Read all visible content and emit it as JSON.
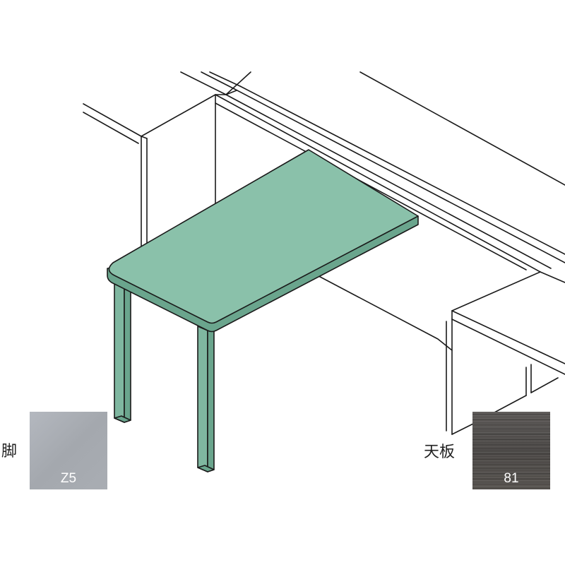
{
  "colors": {
    "table_green": "#8ac1aa",
    "outline": "#1a1a1a",
    "leg_swatch": "#a9adb3",
    "top_swatch": "#524e4b"
  },
  "legend": {
    "leg": {
      "label": "脚",
      "code": "Z5"
    },
    "top": {
      "label": "天板",
      "code": "81"
    }
  }
}
